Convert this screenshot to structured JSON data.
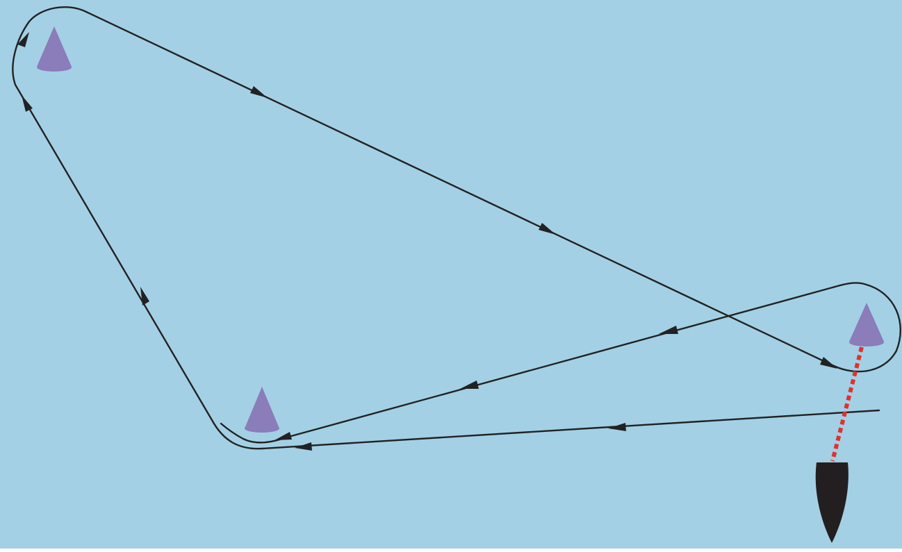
{
  "diagram": {
    "kind": "sailing race course",
    "background_color": "#a3d0e4",
    "course_line_color": "#222222",
    "mark_color": "#8b7cba",
    "committee_link_color": "#e03131",
    "committee_boat_color": "#231f20",
    "marks": [
      {
        "id": "mark-top-left",
        "icon": "cone-buoy"
      },
      {
        "id": "mark-bottom-center",
        "icon": "cone-buoy"
      },
      {
        "id": "mark-right",
        "icon": "cone-buoy"
      }
    ],
    "committee_boat": {
      "icon": "boat-silhouette"
    },
    "legs": [
      {
        "from": "start",
        "to": "mark-bottom-center"
      },
      {
        "from": "mark-bottom-center",
        "to": "mark-top-left"
      },
      {
        "from": "mark-top-left",
        "to": "mark-right"
      },
      {
        "from": "mark-right",
        "to": "mark-bottom-center"
      }
    ]
  }
}
